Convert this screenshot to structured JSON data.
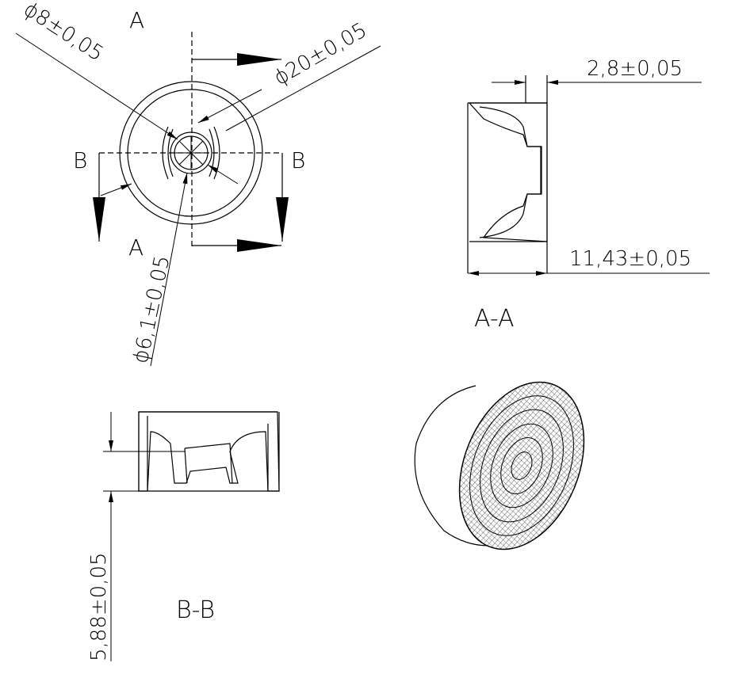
{
  "top_view": {
    "dim_outer": "ϕ20±0,05",
    "dim_mid": "ϕ8±0,05",
    "dim_inner": "ϕ6,1±0,05",
    "section_a_top": "A",
    "section_a_bottom": "A",
    "section_b_left": "B",
    "section_b_right": "B"
  },
  "section_aa": {
    "title": "A-A",
    "dim_top": "2,8±0,05",
    "dim_bottom": "11,43±0,05"
  },
  "section_bb": {
    "title": "B-B",
    "dim_height": "5,88±0,05"
  }
}
